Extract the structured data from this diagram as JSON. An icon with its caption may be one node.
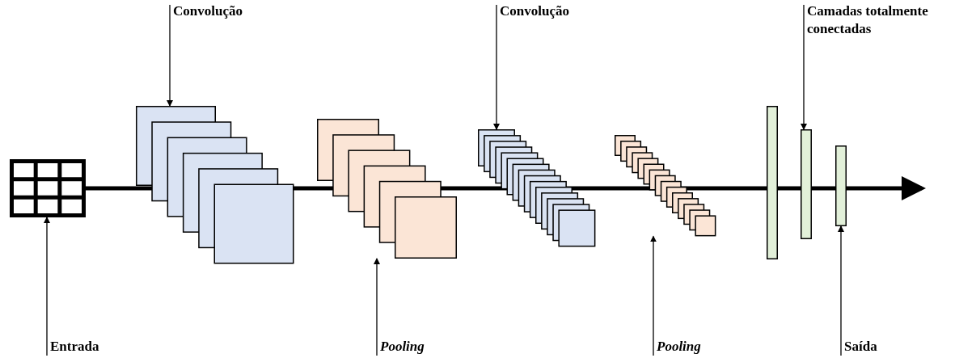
{
  "diagram": {
    "nodes": [
      {
        "text": [],
        "shape": "box"
      },
      {
        "text": [
          "Convolução"
        ]
      },
      {
        "text": [
          "Convolução"
        ]
      },
      {
        "text": [
          "Camadas totalmente conectadas"
        ]
      },
      {
        "text": [
          "Entrada"
        ]
      },
      {
        "text": [
          "Pooling"
        ]
      },
      {
        "text": [
          "Pooling"
        ]
      },
      {
        "text": [
          "Saída"
        ]
      },
      {
        "text": [],
        "shape": "box"
      },
      {
        "text": [],
        "shape": "box"
      },
      {
        "text": [],
        "shape": "box"
      },
      {
        "text": [],
        "shape": "box"
      },
      {
        "text": [],
        "shape": "bar"
      },
      {
        "text": [],
        "shape": "bar"
      },
      {
        "text": [],
        "shape": "bar"
      }
    ],
    "edges": [
      {
        "from": 0,
        "to": null,
        "arrow": "to",
        "style": "thick"
      },
      {
        "from": 1,
        "to": 8,
        "arrow": "to"
      },
      {
        "from": 2,
        "to": 10,
        "arrow": "to"
      },
      {
        "from": 3,
        "to": 13,
        "arrow": "to"
      },
      {
        "from": 4,
        "to": 0,
        "arrow": "to"
      },
      {
        "from": 5,
        "to": 9,
        "arrow": "to"
      },
      {
        "from": 6,
        "to": 11,
        "arrow": "to"
      },
      {
        "from": 7,
        "to": 14,
        "arrow": "to"
      }
    ]
  }
}
